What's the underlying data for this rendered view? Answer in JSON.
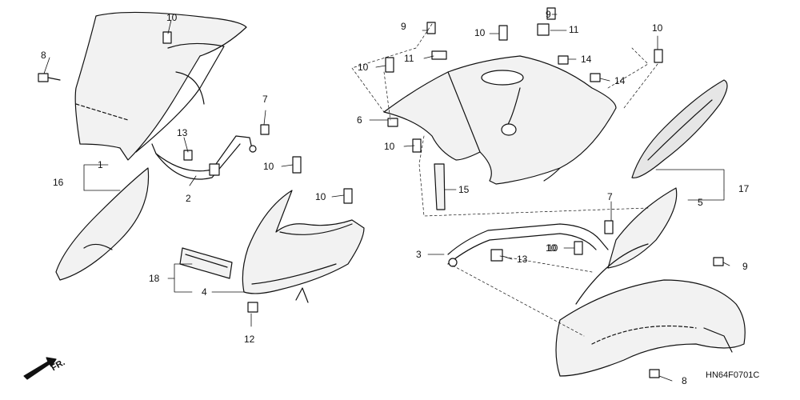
{
  "diagram": {
    "code": "HN64F0701C",
    "direction_label": "FR.",
    "callouts": [
      {
        "id": "c8a",
        "text": "8"
      },
      {
        "id": "c10a",
        "text": "10"
      },
      {
        "id": "c7a",
        "text": "7"
      },
      {
        "id": "c13a",
        "text": "13"
      },
      {
        "id": "c10b",
        "text": "10"
      },
      {
        "id": "c10c",
        "text": "10"
      },
      {
        "id": "c1",
        "text": "1"
      },
      {
        "id": "c16",
        "text": "16"
      },
      {
        "id": "c2",
        "text": "2"
      },
      {
        "id": "c18",
        "text": "18"
      },
      {
        "id": "c4",
        "text": "4"
      },
      {
        "id": "c12",
        "text": "12"
      },
      {
        "id": "c9a",
        "text": "9"
      },
      {
        "id": "c10d",
        "text": "10"
      },
      {
        "id": "c9b",
        "text": "9"
      },
      {
        "id": "c11a",
        "text": "11"
      },
      {
        "id": "c10e",
        "text": "10"
      },
      {
        "id": "c11b",
        "text": "11"
      },
      {
        "id": "c14a",
        "text": "14"
      },
      {
        "id": "c14b",
        "text": "14"
      },
      {
        "id": "c10f",
        "text": "10"
      },
      {
        "id": "c6",
        "text": "6"
      },
      {
        "id": "c10g",
        "text": "10"
      },
      {
        "id": "c15",
        "text": "15"
      },
      {
        "id": "c10h",
        "text": "10"
      },
      {
        "id": "c17",
        "text": "17"
      },
      {
        "id": "c5",
        "text": "5"
      },
      {
        "id": "c7b",
        "text": "7"
      },
      {
        "id": "c3",
        "text": "3"
      },
      {
        "id": "c13b",
        "text": "13"
      },
      {
        "id": "c10i",
        "text": "10"
      },
      {
        "id": "c9c",
        "text": "9"
      },
      {
        "id": "c8b",
        "text": "8"
      }
    ]
  }
}
